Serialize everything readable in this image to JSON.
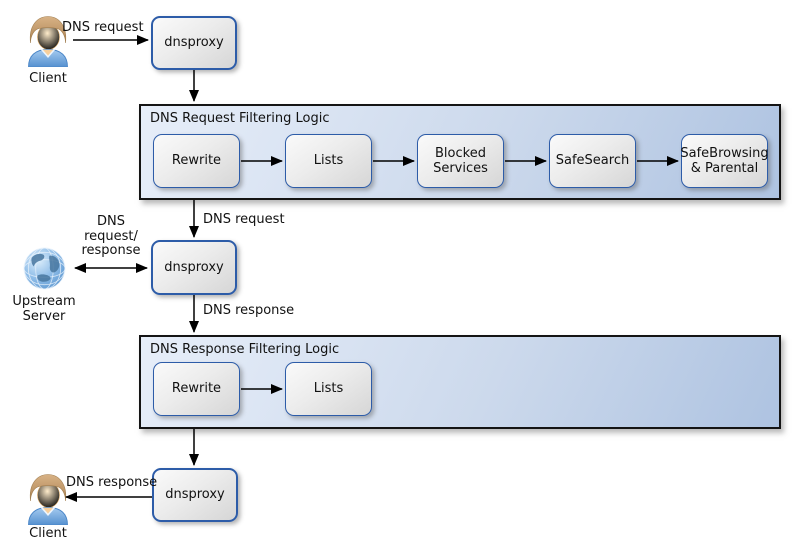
{
  "nodes": {
    "client_top": {
      "label": "Client",
      "icon": "person-icon"
    },
    "client_bottom": {
      "label": "Client",
      "icon": "person-icon"
    },
    "upstream_server": {
      "label": "Upstream Server",
      "icon": "globe-icon"
    },
    "dnsproxy_top": {
      "label": "dnsproxy"
    },
    "dnsproxy_mid": {
      "label": "dnsproxy"
    },
    "dnsproxy_bottom": {
      "label": "dnsproxy"
    }
  },
  "request_container": {
    "title": "DNS Request Filtering Logic",
    "boxes": [
      {
        "label": "Rewrite"
      },
      {
        "label": "Lists"
      },
      {
        "label": "Blocked\nServices"
      },
      {
        "label": "SafeSearch"
      },
      {
        "label": "SafeBrowsing\n& Parental"
      }
    ]
  },
  "response_container": {
    "title": "DNS Response Filtering Logic",
    "boxes": [
      {
        "label": "Rewrite"
      },
      {
        "label": "Lists"
      }
    ]
  },
  "edge_labels": {
    "client_to_proxy": "DNS request",
    "filter_to_proxy": "DNS request",
    "upstream_link": "DNS\nrequest/\nresponse",
    "proxy_to_response_filter": "DNS response",
    "proxy_to_client": "DNS response"
  },
  "colors": {
    "container_bg_light": "#e7eef9",
    "container_bg_dark": "#aec3e1",
    "container_border": "#141414",
    "box_bg_light": "#fafafa",
    "box_bg_dark": "#d6d6d6",
    "box_border": "#2d5ca8",
    "arrow": "#000000",
    "globe_blue": "#6aa3db",
    "shirt_blue": "#6fa5d8",
    "hair_tan": "#c49b6a"
  }
}
